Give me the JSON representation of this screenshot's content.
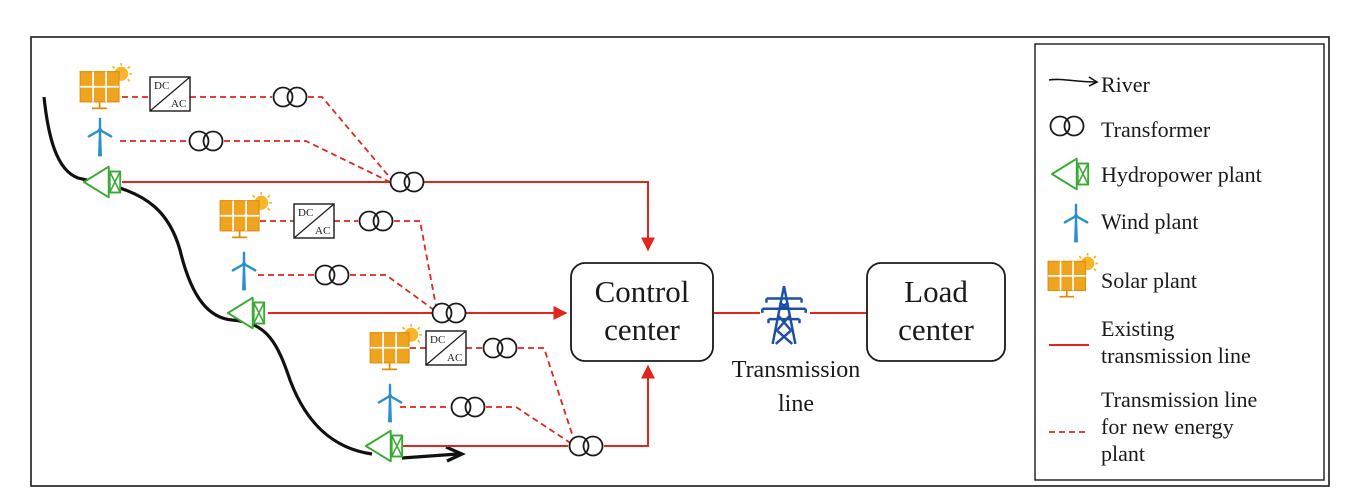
{
  "diagram": {
    "control_center": {
      "line1": "Control",
      "line2": "center"
    },
    "load_center": {
      "line1": "Load",
      "line2": "center"
    },
    "transmission": {
      "line1": "Transmission",
      "line2": "line"
    },
    "converter": {
      "dc": "DC",
      "ac": "AC"
    }
  },
  "legend": {
    "river": "River",
    "transformer": "Transformer",
    "hydropower": "Hydropower plant",
    "wind": "Wind plant",
    "solar": "Solar plant",
    "existing_line": [
      "Existing",
      "transmission line"
    ],
    "new_line": [
      "Transmission line",
      "for new energy",
      "plant"
    ]
  },
  "colors": {
    "existing_line": "#e0261f",
    "new_line": "#e0261f",
    "river": "#111111",
    "hydro": "#3aa935",
    "wind": "#2b8fce",
    "solar_panel": "#f0a31e",
    "sun": "#f7b52c",
    "tower": "#1f4fa3"
  }
}
